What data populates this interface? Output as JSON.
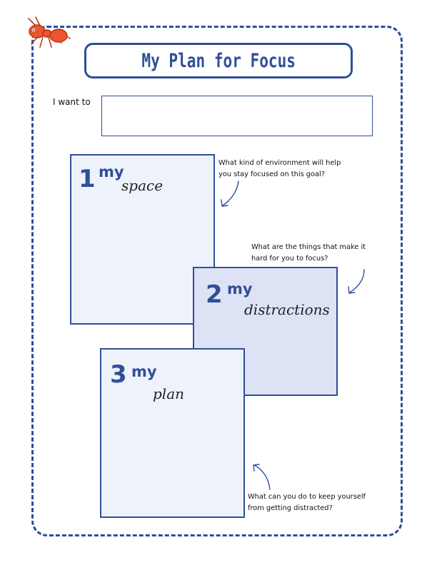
{
  "page": {
    "title": "My Plan for Focus",
    "want_label": "I want to",
    "want_value": ""
  },
  "sections": [
    {
      "number": "1",
      "prefix": "my",
      "word": "space",
      "question_lines": [
        "What kind of environment will help",
        "you stay focused on this goal?"
      ]
    },
    {
      "number": "2",
      "prefix": "my",
      "word": "distractions",
      "question_lines": [
        "What are the things that make it",
        "hard for you to focus?"
      ]
    },
    {
      "number": "3",
      "prefix": "my",
      "word": "plan",
      "question_lines": [
        "What can you do to keep yourself",
        "from getting distracted?"
      ]
    }
  ],
  "colors": {
    "accent": "#2f4f99",
    "box_light": "#eef2fb",
    "box_mid": "#dde3f4",
    "ant": "#e8552e"
  },
  "icons": [
    "ant-mascot-icon",
    "curved-arrow-icon"
  ]
}
